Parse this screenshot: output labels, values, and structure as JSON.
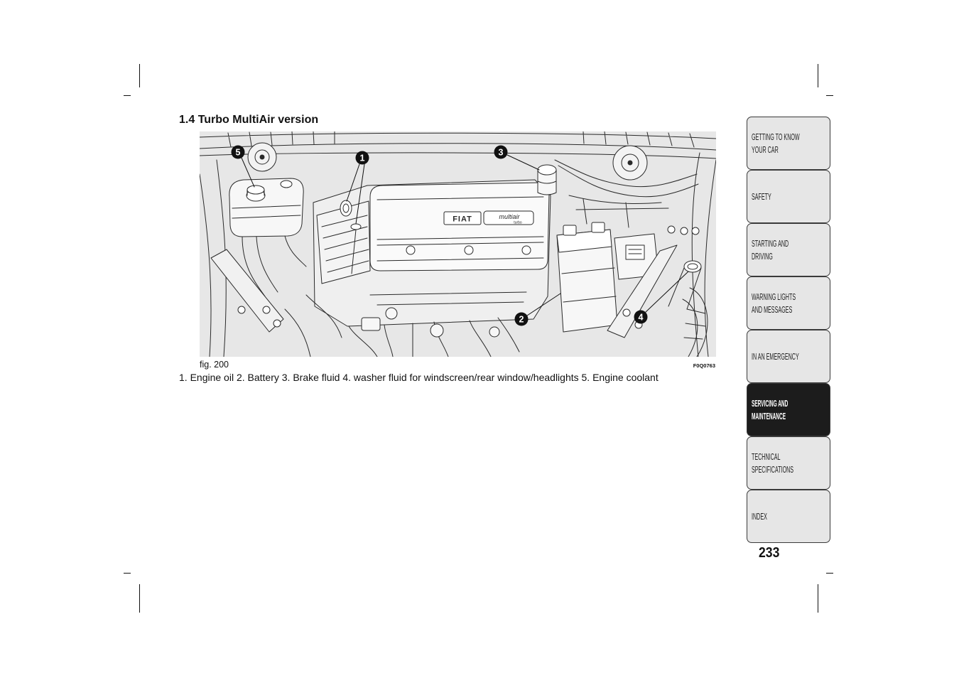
{
  "section": {
    "title": "1.4 Turbo MultiAir version"
  },
  "figure": {
    "label": "fig. 200",
    "code": "F0Q0763",
    "callouts": [
      "1",
      "2",
      "3",
      "4",
      "5"
    ],
    "engine_cover_badges": {
      "brand": "FIAT",
      "engine": "multiair",
      "engine_sub": "turbo"
    }
  },
  "caption": "1. Engine oil 2. Battery 3. Brake fluid 4. washer fluid for windscreen/rear window/headlights 5. Engine coolant",
  "nav_tabs": [
    {
      "lines": [
        "GETTING TO KNOW",
        "YOUR CAR"
      ],
      "active": false
    },
    {
      "lines": [
        "SAFETY"
      ],
      "active": false
    },
    {
      "lines": [
        "STARTING AND",
        "DRIVING"
      ],
      "active": false
    },
    {
      "lines": [
        "WARNING LIGHTS",
        "AND MESSAGES"
      ],
      "active": false
    },
    {
      "lines": [
        "IN AN EMERGENCY"
      ],
      "active": false
    },
    {
      "lines": [
        "SERVICING AND",
        "MAINTENANCE"
      ],
      "active": true
    },
    {
      "lines": [
        "TECHNICAL",
        "SPECIFICATIONS"
      ],
      "active": false
    },
    {
      "lines": [
        "INDEX"
      ],
      "active": false
    }
  ],
  "page_number": "233",
  "colors": {
    "figure_bg": "#e7e7e7",
    "tab_bg": "#e6e6e6",
    "tab_active_bg": "#1c1c1c",
    "tab_border": "#3a3a3a",
    "callout_fill": "#111111"
  }
}
